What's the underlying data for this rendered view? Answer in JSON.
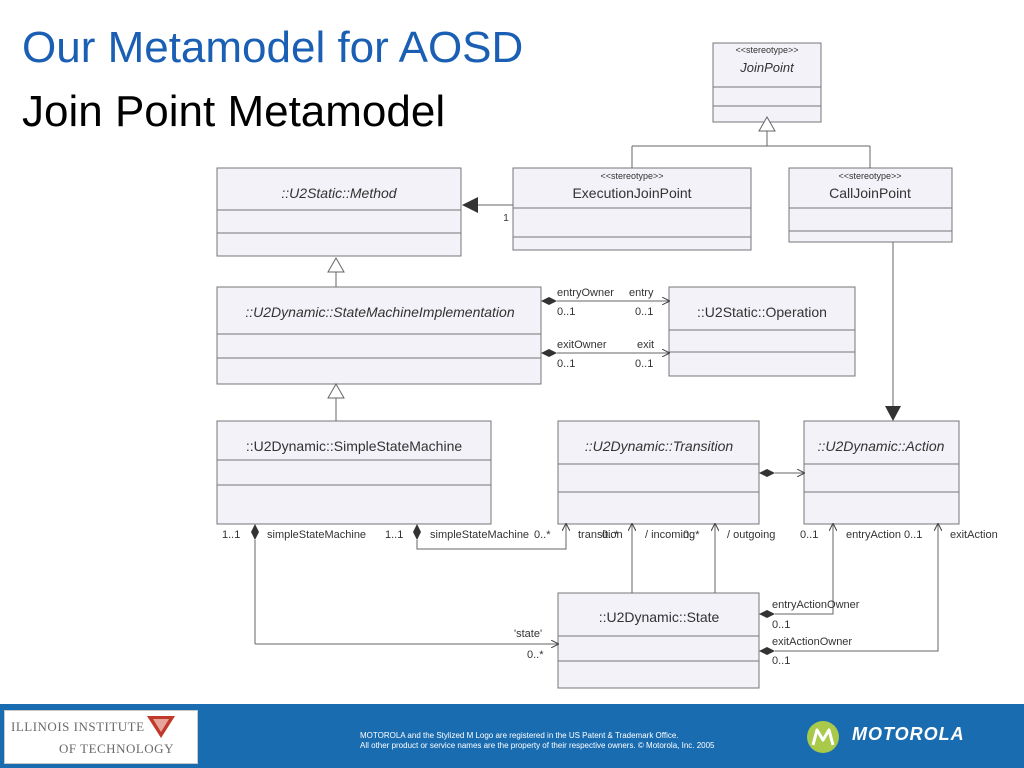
{
  "title_line1": "Our Metamodel for AOSD",
  "title_line2": "Join Point Metamodel",
  "diagram": {
    "classes": {
      "joinpoint": {
        "stereotype": "<<stereotype>>",
        "name": "JoinPoint"
      },
      "execution": {
        "stereotype": "<<stereotype>>",
        "name": "ExecutionJoinPoint"
      },
      "call": {
        "stereotype": "<<stereotype>>",
        "name": "CallJoinPoint"
      },
      "method": {
        "name": "::U2Static::Method"
      },
      "smi": {
        "name": "::U2Dynamic::StateMachineImplementation"
      },
      "operation": {
        "name": "::U2Static::Operation"
      },
      "ssm": {
        "name": "::U2Dynamic::SimpleStateMachine"
      },
      "transition": {
        "name": "::U2Dynamic::Transition"
      },
      "action": {
        "name": "::U2Dynamic::Action"
      },
      "state": {
        "name": "::U2Dynamic::State"
      }
    },
    "labels": {
      "exec_method_mult": "1",
      "entry_owner": "entryOwner",
      "entry_role": "entry",
      "entry_owner_mult": "0..1",
      "entry_mult": "0..1",
      "exit_owner": "exitOwner",
      "exit_role": "exit",
      "exit_owner_mult": "0..1",
      "exit_mult": "0..1",
      "ssm_mult_a": "1..1",
      "ssm_role_a": "simpleStateMachine",
      "ssm_mult_b": "1..1",
      "ssm_role_b": "simpleStateMachine",
      "trans_mult": "0..*",
      "trans_role": "transition",
      "incoming_mult": "0..*",
      "incoming_role": "/ incoming",
      "outgoing_mult": "0..*",
      "outgoing_role": "/ outgoing",
      "entry_action_mult": "0..1",
      "entry_action_role": "entryAction",
      "exit_action_mult": "0..1",
      "exit_action_role": "exitAction",
      "entry_action_owner": "entryActionOwner",
      "entry_action_owner_mult": "0..1",
      "exit_action_owner": "exitActionOwner",
      "exit_action_owner_mult": "0..1",
      "state_role": "'state'",
      "state_mult": "0..*"
    }
  },
  "footer": {
    "iit_line1": "ILLINOIS INSTITUTE",
    "iit_line2": "OF TECHNOLOGY",
    "legal_line1": "MOTOROLA and the Stylized M Logo are registered in the US Patent & Trademark Office.",
    "legal_line2": "All other product or service names are the property of their respective owners. © Motorola, Inc. 2005",
    "motorola": "MOTOROLA"
  },
  "colors": {
    "title_blue": "#1a5fb4",
    "class_fill": "#f2f2f8",
    "footer_blue": "#1a6cb0"
  }
}
